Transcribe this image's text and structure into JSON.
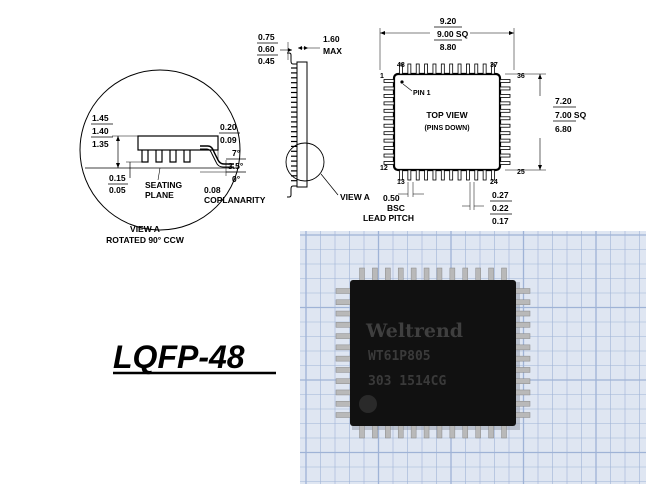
{
  "package": {
    "name": "LQFP-48"
  },
  "view_a": {
    "title": "VIEW A",
    "subtitle": "ROTATED 90° CCW",
    "height_max": "1.45",
    "height_nom": "1.40",
    "height_min": "1.35",
    "standoff_max": "0.15",
    "standoff_min": "0.05",
    "seating_plane_1": "SEATING",
    "seating_plane_2": "PLANE",
    "lead_thk_max": "0.20",
    "lead_thk_min": "0.09",
    "angle_max": "7°",
    "angle_nom": "3.5°",
    "angle_min": "0°",
    "coplanarity_val": "0.08",
    "coplanarity_lbl": "COPLANARITY"
  },
  "side_view": {
    "foot_max": "0.75",
    "foot_nom": "0.60",
    "foot_min": "0.45",
    "height_val": "1.60",
    "height_lbl": "MAX",
    "view_a_ref": "VIEW A"
  },
  "top_view": {
    "width_max": "9.20",
    "width_nom": "9.00 SQ",
    "width_min": "8.80",
    "body_max": "7.20",
    "body_nom": "7.00 SQ",
    "body_min": "6.80",
    "pin_48": "48",
    "pin_37": "37",
    "pin_36": "36",
    "pin_1": "1",
    "pin_12": "12",
    "pin_13": "13",
    "pin_24": "24",
    "pin_25": "25",
    "pin1_lbl": "PIN 1",
    "top_view_lbl": "TOP VIEW",
    "pins_down_lbl": "(PINS DOWN)",
    "pitch_val": "0.50",
    "pitch_bsc": "BSC",
    "pitch_lbl": "LEAD PITCH",
    "lead_w_max": "0.27",
    "lead_w_nom": "0.22",
    "lead_w_min": "0.17"
  },
  "photo": {
    "brand": "Weltrend",
    "marking_1": "WT61P805",
    "marking_2": "303 1514CG"
  },
  "colors": {
    "grid_bg": "#dfe6f2",
    "grid_line": "#9fb3d6",
    "chip_body": "#111111",
    "lead": "#b9b9b9",
    "chip_marking": "#4a4a4a"
  }
}
